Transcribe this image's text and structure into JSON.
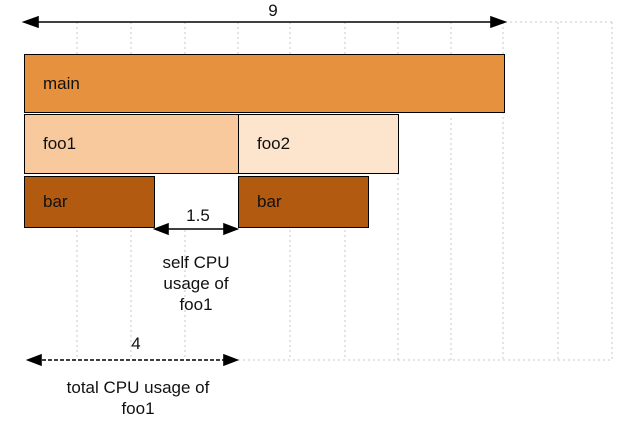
{
  "colors": {
    "main": "#e5913d",
    "foo1": "#f8c99c",
    "foo2": "#fde4cc",
    "bar": "#b35a11",
    "grid": "#c8c8c8",
    "arrow": "#000000"
  },
  "frames": {
    "main": "main",
    "foo1": "foo1",
    "foo2": "foo2",
    "bar_left": "bar",
    "bar_right": "bar"
  },
  "annotations": {
    "total_width": "9",
    "self_cpu_value": "1.5",
    "self_cpu_label_1": "self CPU",
    "self_cpu_label_2": "usage of",
    "self_cpu_label_3": "foo1",
    "total_cpu_value": "4",
    "total_cpu_label_1": "total CPU usage of",
    "total_cpu_label_2": "foo1"
  }
}
